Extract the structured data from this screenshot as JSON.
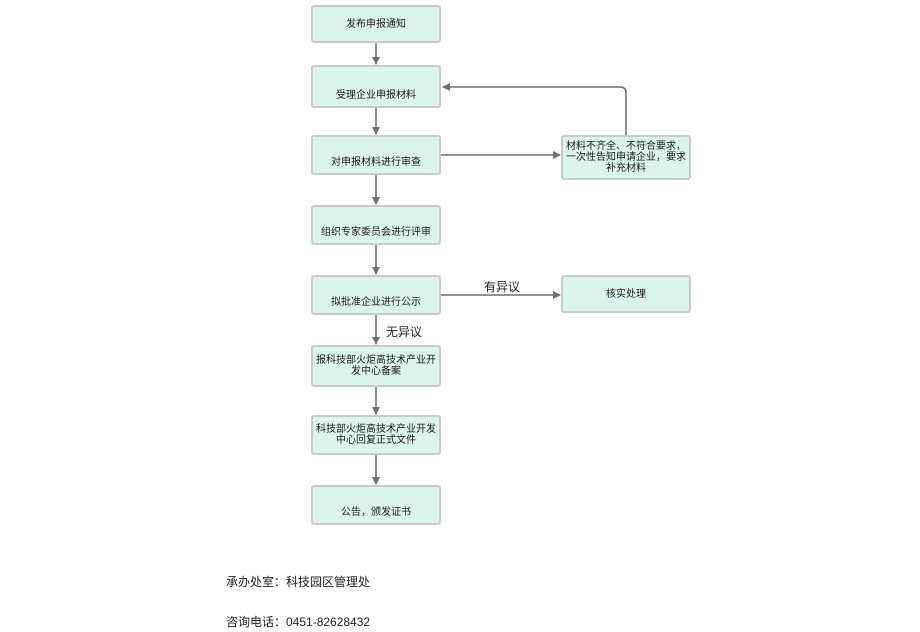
{
  "flow": {
    "nodes": {
      "publish": "发布申报通知",
      "accept": "受理企业申报材料",
      "review": "对申报材料进行审查",
      "supplement": "材料不齐全、不符合要求，一次性告知申请企业，要求补充材料",
      "expert": "组织专家委员会进行评审",
      "publicize": "拟批准企业进行公示",
      "verify": "核实处理",
      "report": "报科技部火炬高技术产业开发中心备案",
      "reply": "科技部火炬高技术产业开发中心回复正式文件",
      "announce": "公告，颁发证书"
    },
    "edge_labels": {
      "objection": "有异议",
      "no_objection": "无异议"
    }
  },
  "footer": {
    "office": "承办处室：科技园区管理处",
    "phone": "咨询电话：0451-82628432"
  },
  "colors": {
    "node_fill": "#dcf5ec",
    "node_border": "#c8cbc9",
    "arrow": "#6f6f6f"
  }
}
